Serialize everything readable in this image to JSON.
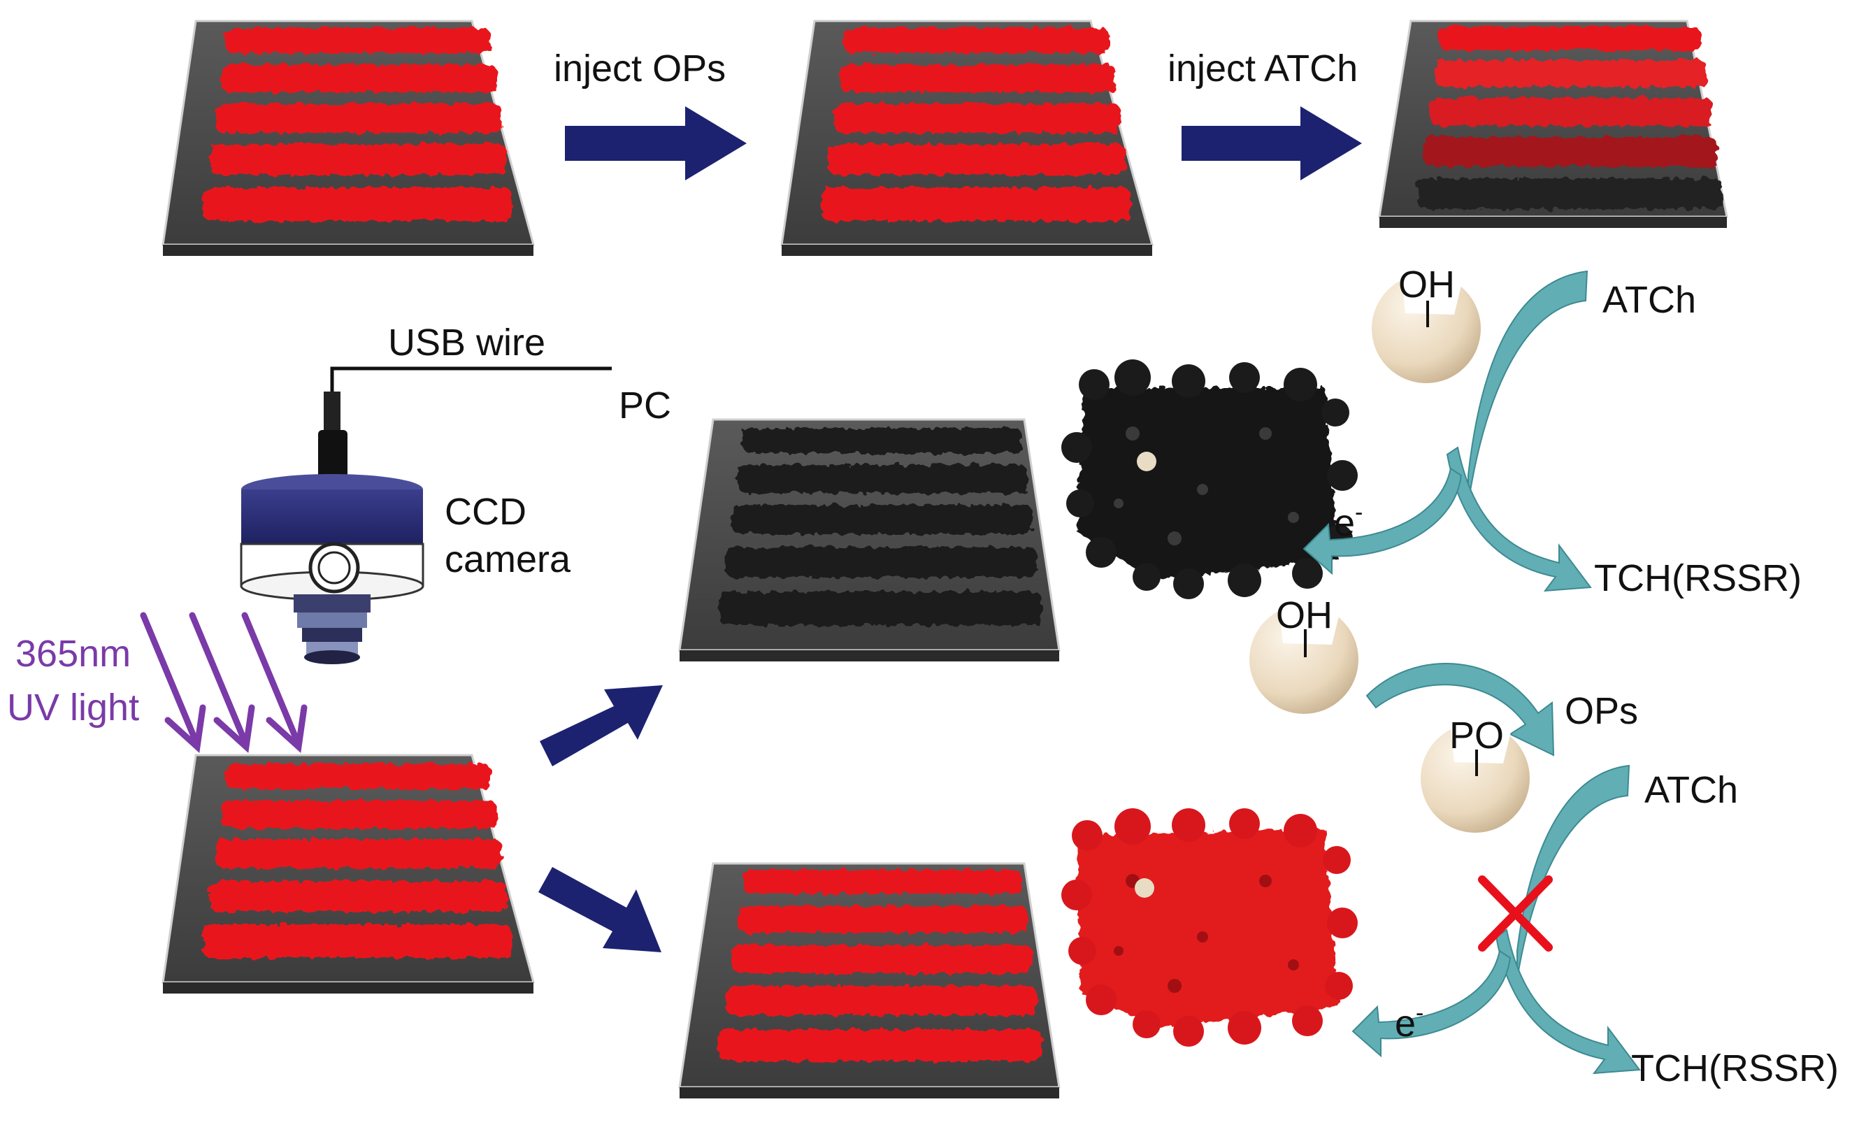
{
  "labels": {
    "inject_ops": "inject OPs",
    "inject_atch": "inject ATCh",
    "usb_wire": "USB wire",
    "pc": "PC",
    "ccd_line1": "CCD",
    "ccd_line2": "camera",
    "uv_line1": "365nm",
    "uv_line2": "UV light",
    "electron": "e",
    "electron_sup": "-"
  },
  "reaction_active": {
    "enzyme_group": "OH",
    "substrate": "ATCh",
    "product": "TCH(RSSR)"
  },
  "reaction_inhibited": {
    "enzyme_group": "OH",
    "inhibitor": "OPs",
    "inhibited_group": "PO",
    "substrate": "ATCh",
    "product": "TCH(RSSR)"
  },
  "colors": {
    "arrow_navy": "#1c2270",
    "uv_purple": "#7a3aa8",
    "strip_red": "#e8191c",
    "strip_black": "#1a1a1a",
    "curved_arrow_teal": "#62aeb5",
    "cross_red": "#e8101a",
    "enzyme_ball": "#ecdcc4"
  }
}
